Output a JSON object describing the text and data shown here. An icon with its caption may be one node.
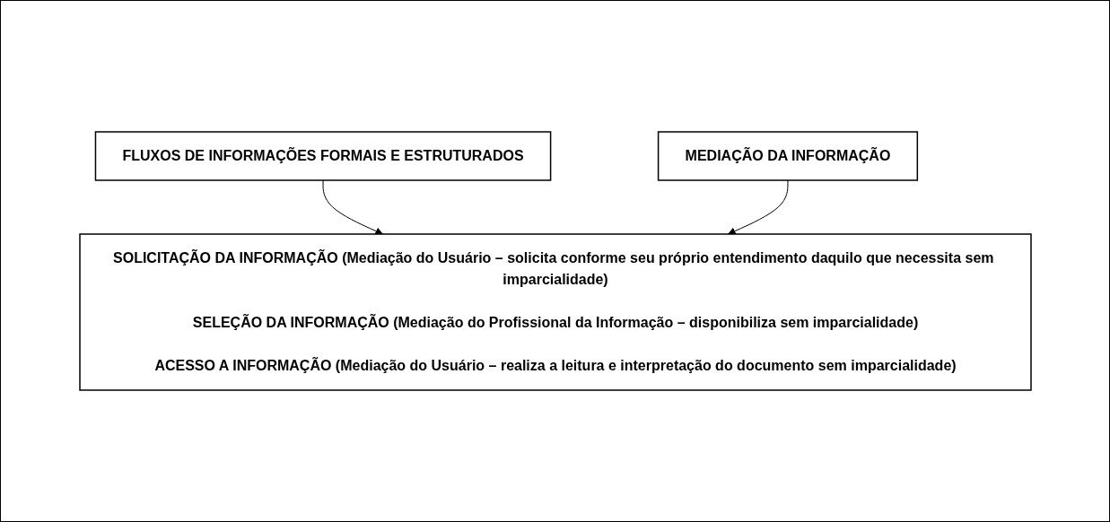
{
  "diagram": {
    "nodes": [
      {
        "text": [
          "FLUXOS DE INFORMAÇÕES FORMAIS E ESTRUTURADOS"
        ]
      },
      {
        "text": [
          "MEDIAÇÃO DA INFORMAÇÃO"
        ]
      },
      {
        "text": [
          "SOLICITAÇÃO DA INFORMAÇÃO (Mediação do Usuário – solicita conforme seu próprio entendimento daquilo que necessita sem imparcialidade)",
          "SELEÇÃO DA INFORMAÇÃO (Mediação do Profissional da Informação – disponibiliza sem imparcialidade)",
          "ACESSO A INFORMAÇÃO (Mediação do Usuário – realiza a leitura e interpretação do documento sem imparcialidade)"
        ]
      }
    ],
    "edges": [
      {
        "from": 0,
        "to": 2,
        "arrow": "to"
      },
      {
        "from": 1,
        "to": 2,
        "arrow": "to"
      }
    ]
  }
}
